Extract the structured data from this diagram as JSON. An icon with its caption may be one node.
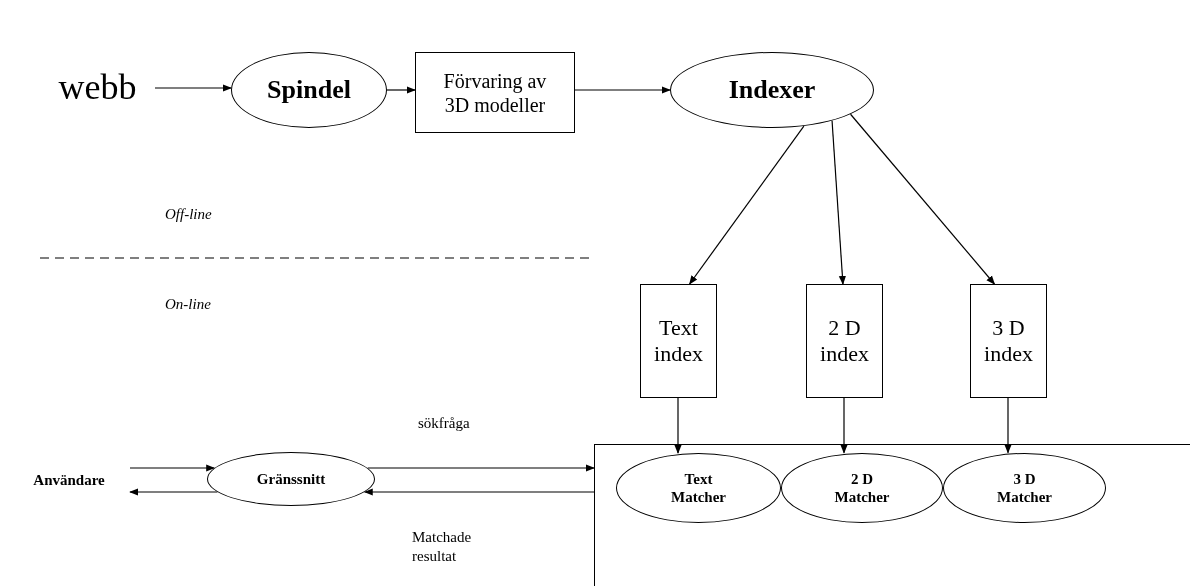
{
  "diagram": {
    "nodes": [
      {
        "text": [
          "webb"
        ]
      },
      {
        "text": [
          "Spindel"
        ]
      },
      {
        "text": [
          "Förvaring av 3D modeller"
        ]
      },
      {
        "text": [
          "Indexer"
        ]
      },
      {
        "text": [
          "Text index"
        ]
      },
      {
        "text": [
          "2 D index"
        ]
      },
      {
        "text": [
          "3 D index"
        ]
      },
      {
        "text": [
          "Användare"
        ]
      },
      {
        "text": [
          "Gränssnitt"
        ]
      },
      {
        "text": [],
        "shape": "box"
      },
      {
        "text": [
          "Text Matcher"
        ],
        "in": 9
      },
      {
        "text": [
          "2 D Matcher"
        ],
        "in": 9
      },
      {
        "text": [
          "3 D Matcher"
        ],
        "in": 9
      }
    ],
    "edges": [
      {
        "from": 0,
        "to": 1,
        "arrow": "to"
      },
      {
        "from": 1,
        "to": 2,
        "arrow": "to"
      },
      {
        "from": 2,
        "to": 3,
        "arrow": "to"
      },
      {
        "from": 3,
        "to": 4,
        "arrow": "to"
      },
      {
        "from": 3,
        "to": 5,
        "arrow": "to"
      },
      {
        "from": 3,
        "to": 6,
        "arrow": "to"
      },
      {
        "from": 4,
        "to": 10,
        "arrow": "to"
      },
      {
        "from": 5,
        "to": 11,
        "arrow": "to"
      },
      {
        "from": 6,
        "to": 12,
        "arrow": "to"
      },
      {
        "from": 7,
        "to": 8,
        "arrow": "to"
      },
      {
        "from": 8,
        "to": 7,
        "arrow": "to"
      },
      {
        "from": 8,
        "to": 9,
        "arrow": "to",
        "label": "sökfråga"
      },
      {
        "from": 9,
        "to": 8,
        "arrow": "to",
        "label": "Matchade resultat"
      }
    ],
    "labels": [
      "Off-line",
      "On-line"
    ]
  }
}
